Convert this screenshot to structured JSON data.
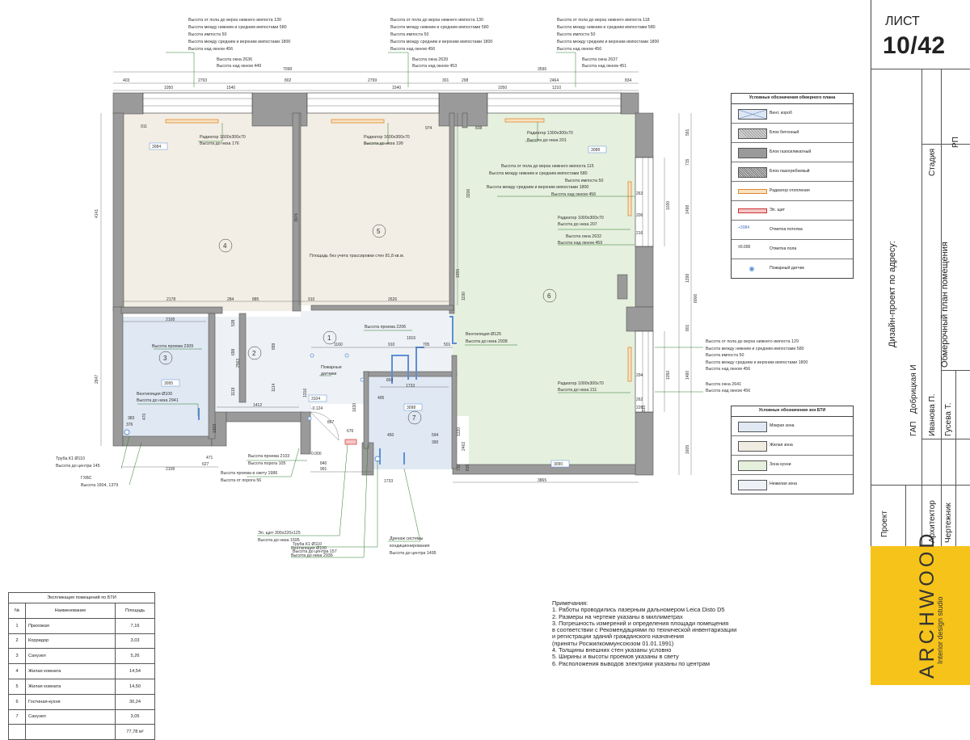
{
  "sheet": {
    "label": "ЛИСТ",
    "number": "10/42"
  },
  "title_block": {
    "project_address": "Дизайн-проект по адресу:",
    "drawing_title": "Обмерочный план помещения",
    "stage_label": "Стадия",
    "stage_value": "РП",
    "project_label": "Проект",
    "roles": [
      {
        "role": "ГАП",
        "name": "Добрицкая И"
      },
      {
        "role": "Архитектор",
        "name": "Иванова П."
      },
      {
        "role": "Чертежник",
        "name": "Гусева Т."
      }
    ],
    "brand": "ARCHWOOD",
    "brand_sub": "Interior design studio"
  },
  "legend_measure": {
    "title": "Условные обозначения обмерного плана",
    "items": [
      {
        "label": "Вент. короб",
        "icon": "vent-box-icon"
      },
      {
        "label": "Блок бетонный",
        "icon": "concrete-block-icon"
      },
      {
        "label": "Блок газосиликатный",
        "icon": "gas-block-icon"
      },
      {
        "label": "Блок пазогребневый",
        "icon": "tongue-block-icon"
      },
      {
        "label": "Радиатор отопления",
        "icon": "radiator-icon"
      },
      {
        "label": "Эл. щит",
        "icon": "electric-panel-icon"
      },
      {
        "label": "Отметка потолка",
        "icon": "ceiling-mark-icon",
        "sym": "+3084"
      },
      {
        "label": "Отметка пола",
        "icon": "floor-mark-icon",
        "sym": "±0.000"
      },
      {
        "label": "Пожарный датчик",
        "icon": "fire-sensor-icon"
      }
    ]
  },
  "legend_bti": {
    "title": "Условные обозначения зон БТИ",
    "items": [
      {
        "label": "Мокрая зона",
        "color": "#dfe8f3"
      },
      {
        "label": "Жилая зона",
        "color": "#f1ece2"
      },
      {
        "label": "Зона кухни",
        "color": "#e4efdc"
      },
      {
        "label": "Нежилая зона",
        "color": "#eef1f5"
      }
    ]
  },
  "explication": {
    "title": "Экспликация помещений по БТИ",
    "headers": [
      "№",
      "Наименование",
      "Площадь"
    ],
    "rows": [
      [
        "1",
        "Прихожая",
        "7,16"
      ],
      [
        "2",
        "Корридор",
        "3,03"
      ],
      [
        "3",
        "Санузел",
        "5,26"
      ],
      [
        "4",
        "Жилая комната",
        "14,54"
      ],
      [
        "5",
        "Жилая комната",
        "14,50"
      ],
      [
        "6",
        "Гостиная-кухня",
        "30,24"
      ],
      [
        "7",
        "Санузел",
        "3,05"
      ]
    ],
    "total": "77,78 м²"
  },
  "notes": {
    "title": "Примечания:",
    "lines": [
      "1. Работы проводились лазерным дальномером Leica Disto D5",
      "2. Размеры на чертеже указаны в миллиметрах",
      "3. Погрешность измерений и определения площади помещения",
      "в соответствии с Рекомендациями по технической инвентаризации",
      "и регистрации зданий гражданского назначения",
      "(приняты Росжилкоммунсоюзом 01.01.1991)",
      "4. Толщины внешних стен указаны условно",
      "5. Ширины и высоты проемов указаны в свету",
      "6. Расположения выводов электрики указаны по центрам"
    ]
  },
  "plan": {
    "area_note": "Площадь без учета трассировки стен 81,8 кв.м.",
    "room_numbers": [
      "1",
      "2",
      "3",
      "4",
      "5",
      "6",
      "7"
    ],
    "ceiling_marks": [
      "3084",
      "3088",
      "3095",
      "3104",
      "3098",
      "3090"
    ],
    "floor_marks": [
      "-0.124",
      "0.000"
    ],
    "window_notes": [
      [
        "Высота от пола до верха нижнего импоста 130",
        "Высота между нижним и средним импостами 580",
        "Высота импоста 50",
        "Высота между средним и верхним импостами 1800",
        "Высота над окном 456"
      ],
      [
        "Высота от пола до верха нижнего импоста 130",
        "Высота между нижним и средним импостами 580",
        "Высота импоста 50",
        "Высота между средним и верхним импостами 1800",
        "Высота над окном 456"
      ],
      [
        "Высота от пола до верха нижнего импоста 118",
        "Высота между нижним и средним импостами 580",
        "Высота импоста 50",
        "Высота между средним и верхним импостами 1800",
        "Высота над окном 456"
      ],
      [
        "Высота от пола до верха нижнего импоста 115",
        "Высота между нижним и средним импостами 580",
        "Высота импоста 50",
        "Высота между средним и верхним импостами 1800",
        "Высота над окном 456"
      ],
      [
        "Высота от пола до верха нижнего импоста 129",
        "Высота между нижним и средним импостами 580",
        "Высота импоста 50",
        "Высота между средним и верхним импостами 1800",
        "Высота над окном 456"
      ]
    ],
    "window_sizes": [
      [
        "Высота окна 2636",
        "Высота над окном 449"
      ],
      [
        "Высота окна 2639",
        "Высота над окном 453"
      ],
      [
        "Высота окна 2637",
        "Высота над окном 451"
      ],
      [
        "Высота окна 2632",
        "Высота над окном 459"
      ],
      [
        "Высота окна 2641",
        "Высота над окном 456"
      ]
    ],
    "radiators": [
      [
        "Радиатор 1600x300x70",
        "Высота до низа 176"
      ],
      [
        "Радиатор 1600x300x70",
        "Высота до низа 199"
      ],
      [
        "Радиатор 1300x300x70",
        "Высота до низа 201"
      ],
      [
        "Радиатор 1000x300x70",
        "Высота до низа 207"
      ],
      [
        "Радиатор 1000x300x70",
        "Высота до низа 211"
      ]
    ],
    "callouts": [
      [
        "Высота проема 2309"
      ],
      [
        "Вентиляция Ø100",
        "Высота до низа 2941"
      ],
      [
        "Труба К1 Ø110",
        "Высота до центра 145"
      ],
      [
        "ГХВС",
        "Высота 1604, 1379"
      ],
      [
        "Высота проема 2206"
      ],
      [
        "Вентиляция Ø125",
        "Высота до низа 2938"
      ],
      [
        "Пожарные",
        "датчики"
      ],
      [
        "Высота проема 2103",
        "Высота порога 105"
      ],
      [
        "Высота проема в свету 1986",
        "Высота от порога 56"
      ],
      [
        "Эл. щит 300x220x125",
        "Высота до низа 1595"
      ],
      [
        "Вентиляция Ø100",
        "Высота до низа 2936"
      ],
      [
        "Труба К1 Ø110",
        "Высота до центра 157"
      ],
      [
        "Дренаж системы",
        "кондиционирования",
        "Высота до центра 1495"
      ]
    ],
    "dims_top_total": [
      "7098",
      "3596"
    ],
    "dims_top": [
      "403",
      "2793",
      "802",
      "2799",
      "301",
      "298",
      "2464",
      "834"
    ],
    "dims_window": [
      "1050",
      "1540",
      "1540",
      "1050",
      "1210"
    ],
    "dims_left": [
      "4141",
      "2847"
    ],
    "dims_right": [
      "8006",
      "591",
      "715",
      "1498",
      "1298",
      "801",
      "1480",
      "1605"
    ],
    "dims_right_window": [
      "1030",
      "1050"
    ],
    "dims_bottom": [
      "471",
      "627",
      "2108",
      "840",
      "991",
      "1733",
      "3865"
    ],
    "dims_inner": [
      "911",
      "974",
      "838",
      "3976",
      "3206",
      "2178",
      "284",
      "885",
      "910",
      "2626",
      "2108",
      "1412",
      "1160",
      "910",
      "705",
      "1916",
      "501",
      "1733",
      "893",
      "495",
      "450",
      "594",
      "390",
      "676",
      "867",
      "1316",
      "1630",
      "1220",
      "2462",
      "819",
      "710",
      "1190",
      "1955",
      "2563",
      "1114",
      "1119",
      "698",
      "538",
      "899",
      "383",
      "376",
      "470",
      "1303",
      "263",
      "294",
      "262",
      "315",
      "216",
      "226",
      "206"
    ]
  }
}
